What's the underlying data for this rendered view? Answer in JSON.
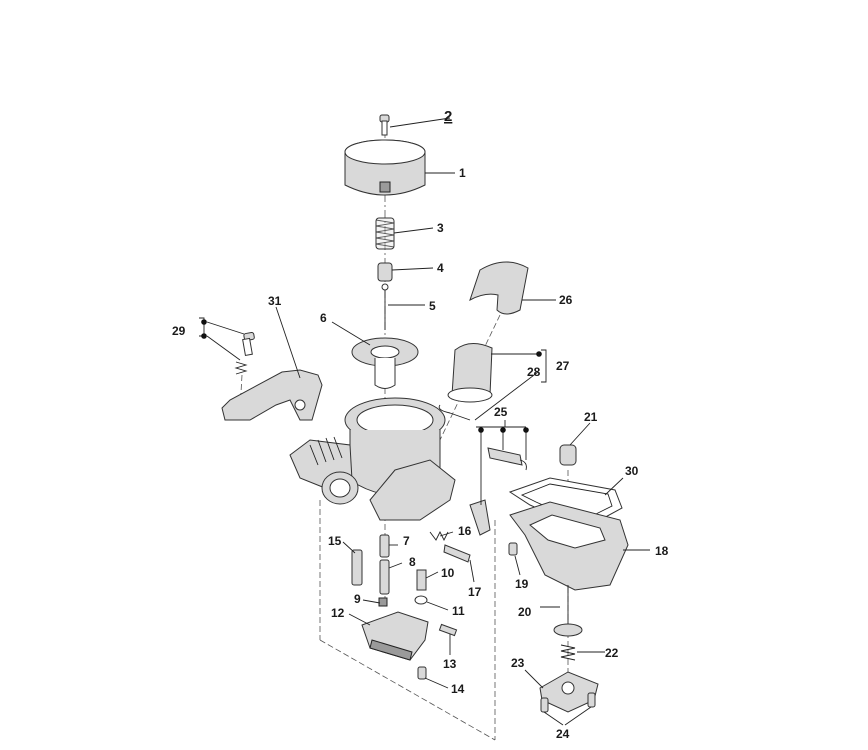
{
  "diagram": {
    "type": "exploded-parts-diagram",
    "callouts": {
      "c1": "1",
      "c2": "2",
      "c3": "3",
      "c4": "4",
      "c5": "5",
      "c6": "6",
      "c7": "7",
      "c8": "8",
      "c9": "9",
      "c10": "10",
      "c11": "11",
      "c12": "12",
      "c13": "13",
      "c14": "14",
      "c15": "15",
      "c16": "16",
      "c17": "17",
      "c18": "18",
      "c19": "19",
      "c20": "20",
      "c21": "21",
      "c22": "22",
      "c23": "23",
      "c24": "24",
      "c25": "25",
      "c26": "26",
      "c27": "27",
      "c28": "28",
      "c29": "29",
      "c30": "30",
      "c31": "31"
    }
  }
}
